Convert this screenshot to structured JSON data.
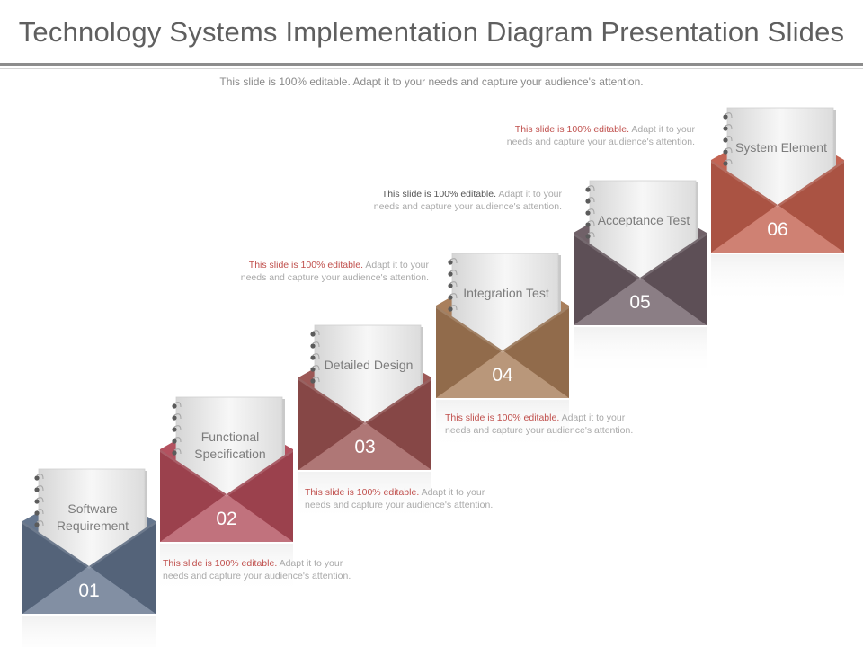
{
  "title": "Technology Systems Implementation Diagram Presentation Slides",
  "subtitle": "This slide is 100% editable. Adapt it to your needs and capture your audience's attention.",
  "steps": [
    {
      "number": "01",
      "label": "Software Requirement",
      "color": "#5f7089",
      "desc_highlight": "This slide is 100% editable.",
      "desc_rest": "Adapt it to your needs and capture your audience's attention."
    },
    {
      "number": "02",
      "label": "Functional Specification",
      "color": "#b04a58",
      "desc_highlight": "This slide is 100% editable.",
      "desc_rest": "Adapt it to your needs and capture your audience's attention."
    },
    {
      "number": "03",
      "label": "Detailed Design",
      "color": "#98514f",
      "desc_highlight": "This slide is 100% editable.",
      "desc_rest": "Adapt it to your needs and capture your audience's attention."
    },
    {
      "number": "04",
      "label": "Integration Test",
      "color": "#a57a55",
      "desc_highlight": "This slide is 100% editable.",
      "desc_rest": "Adapt it to your needs and capture your audience's attention."
    },
    {
      "number": "05",
      "label": "Acceptance Test",
      "color": "#6a5a62",
      "desc_highlight": "This slide is 100% editable.",
      "desc_rest": "Adapt it to your needs and capture your audience's attention."
    },
    {
      "number": "06",
      "label": "System Element",
      "color": "#c15e4c",
      "desc_highlight": "This slide is 100% editable.",
      "desc_rest": "Adapt it to your needs and capture your audience's attention."
    }
  ]
}
